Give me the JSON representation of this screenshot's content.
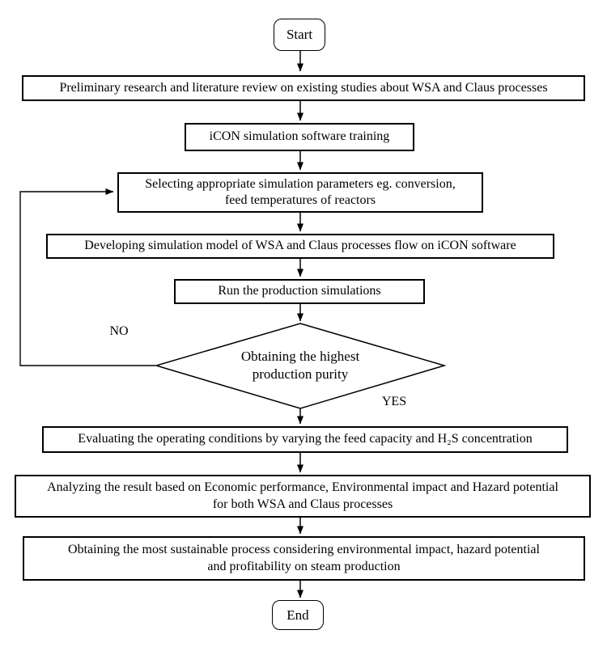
{
  "colors": {
    "stroke": "#000000",
    "background": "#ffffff"
  },
  "flowchart": {
    "nodes": {
      "start": {
        "label": "Start",
        "type": "terminator"
      },
      "research": {
        "label": "Preliminary research and literature review on existing studies about WSA and Claus processes",
        "type": "process"
      },
      "training": {
        "label": "iCON simulation software training",
        "type": "process"
      },
      "parameters": {
        "label": "Selecting appropriate simulation parameters eg. conversion,\nfeed temperatures of reactors",
        "type": "process"
      },
      "developing": {
        "label": "Developing simulation model of WSA and Claus processes flow on iCON software",
        "type": "process"
      },
      "run": {
        "label": "Run the production simulations",
        "type": "process"
      },
      "decision": {
        "label": "Obtaining the highest\nproduction purity",
        "type": "decision"
      },
      "evaluating": {
        "label": "Evaluating the operating conditions by varying the feed capacity and H₂S concentration",
        "type": "process"
      },
      "analyzing": {
        "label": "Analyzing the result based on Economic performance, Environmental impact and Hazard potential\nfor both WSA and Claus processes",
        "type": "process"
      },
      "sustainable": {
        "label": "Obtaining the most sustainable process considering environmental impact, hazard potential\nand profitability on steam production",
        "type": "process"
      },
      "end": {
        "label": "End",
        "type": "terminator"
      }
    },
    "edge_labels": {
      "no": "NO",
      "yes": "YES"
    }
  }
}
